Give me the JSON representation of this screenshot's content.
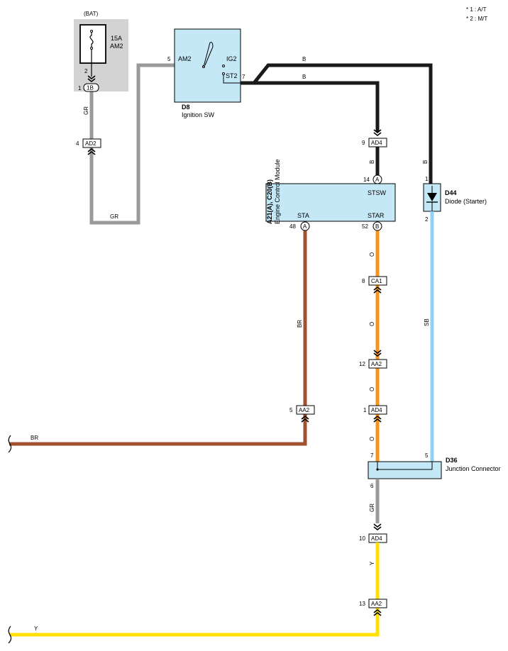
{
  "notes": {
    "note1": "* 1 : A/T",
    "note2": "* 2 : M/T"
  },
  "colors": {
    "gray_wire": "#9a9a9a",
    "black_wire": "#1a1a1a",
    "orange_wire": "#f7941d",
    "brown_wire": "#a0522d",
    "sky_blue_wire": "#8fd3f4",
    "yellow_wire": "#ffe000",
    "component_fill": "#c5e8f7",
    "fuse_area": "#d3d3d3"
  },
  "fuse": {
    "bat_label": "(BAT)",
    "rating": "15A",
    "name": "AM2",
    "pin_2": "2",
    "pin_1": "1",
    "connector": "1B"
  },
  "ignition_switch": {
    "code": "D8",
    "name": "Ignition SW",
    "am2": "AM2",
    "ig2": "IG2",
    "st2": "ST2",
    "pin_am2": "5",
    "pin_st2": "7"
  },
  "ecm": {
    "code": "A21(A), C20(B)",
    "name": "Engine Control Module",
    "stsw": "STSW",
    "sta": "STA",
    "star": "STAR",
    "pin_stsw": "14",
    "pin_sta": "48",
    "pin_star": "52",
    "conn_a": "A",
    "conn_b": "B"
  },
  "diode": {
    "code": "D44",
    "name": "Diode (Starter)",
    "pin_1": "1",
    "pin_2": "2"
  },
  "junction": {
    "code": "D36",
    "name": "Junction Connector",
    "pin_7": "7",
    "pin_5": "5",
    "pin_6": "6"
  },
  "connectors": {
    "ad2": {
      "label": "AD2",
      "pin": "4"
    },
    "ad4_top": {
      "label": "AD4",
      "pin": "9"
    },
    "ca1": {
      "label": "CA1",
      "pin": "8"
    },
    "aa2_mid": {
      "label": "AA2",
      "pin": "12"
    },
    "ad4_mid": {
      "label": "AD4",
      "pin": "1"
    },
    "aa2_br": {
      "label": "AA2",
      "pin": "5"
    },
    "ad4_low": {
      "label": "AD4",
      "pin": "10"
    },
    "aa2_low": {
      "label": "AA2",
      "pin": "13"
    }
  },
  "wire_codes": {
    "gr_fuse": "GR",
    "gr_bottom": "GR",
    "b_top": "B",
    "b_mid": "B",
    "b_ecm": "B",
    "b_diode": "B",
    "o1": "O",
    "o2": "O",
    "o3": "O",
    "o4": "O",
    "br_vertical": "BR",
    "br_left": "BR",
    "sb": "SB",
    "gr_junction": "GR",
    "y_vertical": "Y",
    "y_bottom": "Y"
  }
}
